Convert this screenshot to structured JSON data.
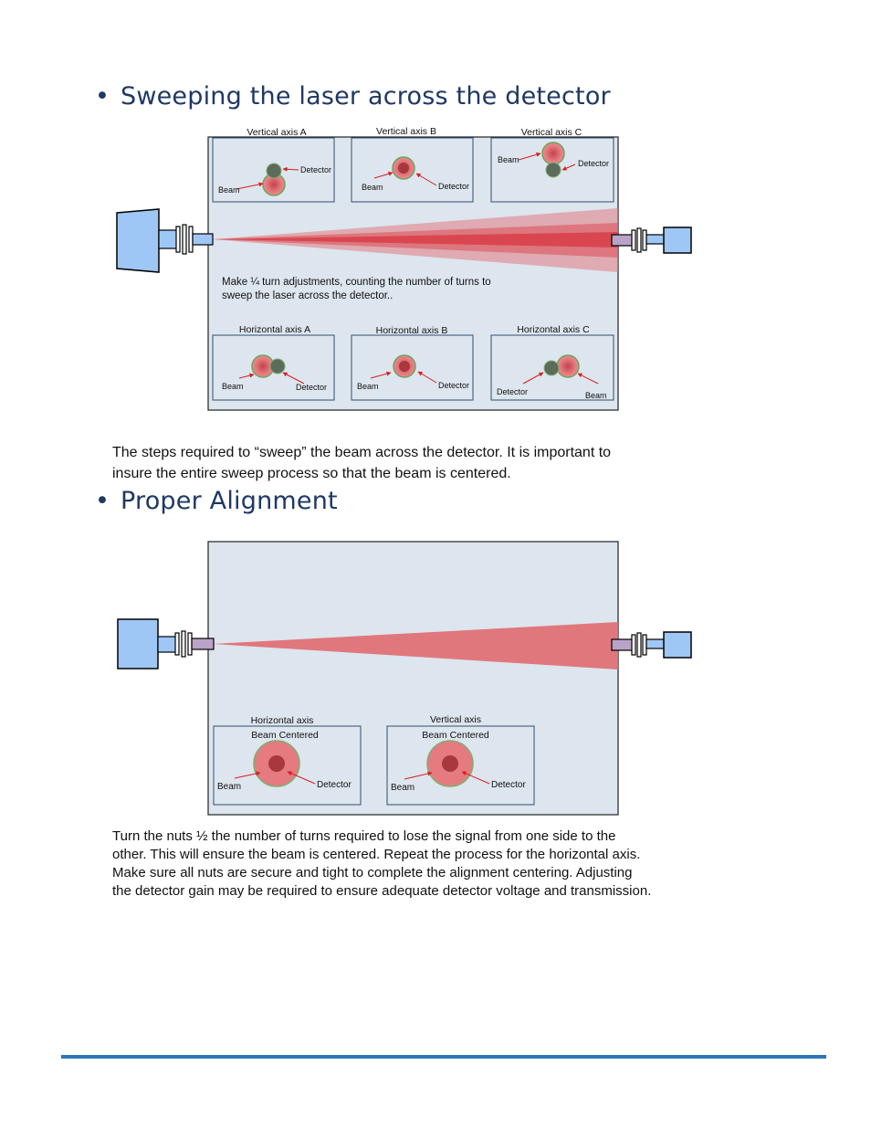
{
  "section1": {
    "bullet": "•",
    "title": "Sweeping the laser across the detector",
    "diagram": {
      "top_panels": [
        {
          "title": "Vertical axis A",
          "beam": "Beam",
          "detector": "Detector"
        },
        {
          "title": "Vertical axis B",
          "beam": "Beam",
          "detector": "Detector"
        },
        {
          "title": "Vertical axis C",
          "beam": "Beam",
          "detector": "Detector"
        }
      ],
      "instruction_line1": "Make ¼ turn adjustments, counting the number of turns to",
      "instruction_line2": "sweep the laser across the detector..",
      "bottom_panels": [
        {
          "title": "Horizontal  axis A",
          "beam": "Beam",
          "detector": "Detector"
        },
        {
          "title": "Horizontal axis B",
          "beam": "Beam",
          "detector": "Detector"
        },
        {
          "title": "Horizontal axis C",
          "beam": "Beam",
          "detector": "Detector"
        }
      ]
    },
    "caption_line1": "The steps required to “sweep” the beam across the detector. It is important to",
    "caption_line2": "insure the entire sweep process so that the beam is centered."
  },
  "section2": {
    "bullet": "•",
    "title": "Proper Alignment",
    "diagram": {
      "panels": [
        {
          "title": "Horizontal axis",
          "subtitle": "Beam Centered",
          "beam": "Beam",
          "detector": "Detector"
        },
        {
          "title": "Vertical axis",
          "subtitle": "Beam Centered",
          "beam": "Beam",
          "detector": "Detector"
        }
      ]
    },
    "caption_lines": [
      "Turn the nuts ½ the number of turns required to lose the signal from one side to the",
      "other. This will ensure the beam is centered. Repeat the process for the horizontal axis.",
      "Make sure all nuts are secure and tight to complete the alignment centering. Adjusting",
      "the detector gain may be required to ensure adequate detector voltage and transmission."
    ]
  },
  "colors": {
    "heading": "#1f3864",
    "panel_bg": "#dde5ee",
    "device": "#9ec7f5",
    "beam": "#e06a70",
    "detector_dot": "#5c6b5a",
    "rule": "#2e75b6"
  }
}
